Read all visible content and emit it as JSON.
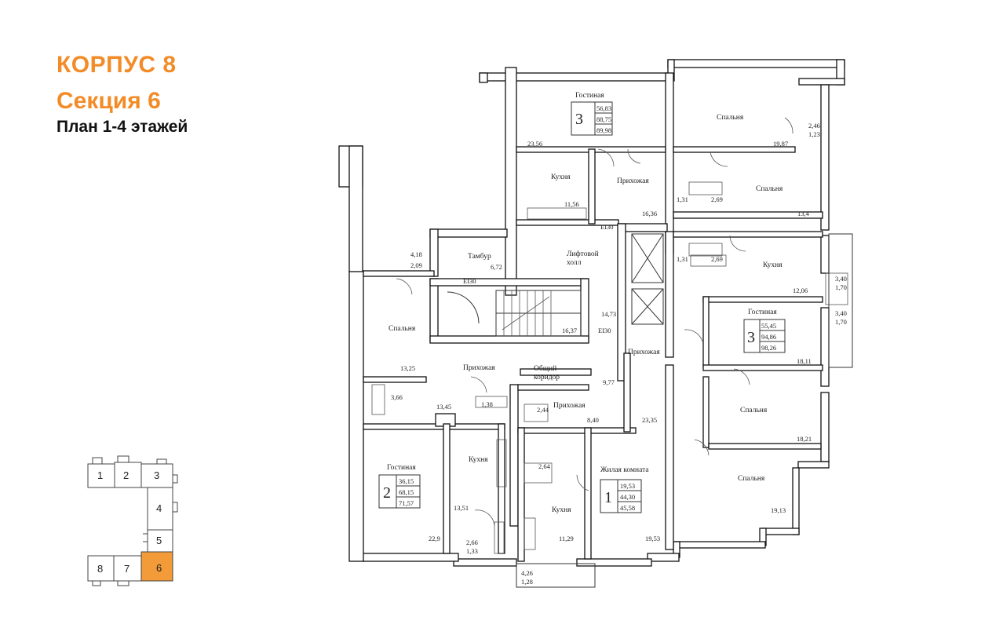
{
  "header": {
    "building": "КОРПУС 8",
    "section": "Секция 6",
    "floors": "План 1-4 этажей"
  },
  "colors": {
    "accent": "#f28c28",
    "line": "#111111"
  },
  "rooms": {
    "top_living": "Гостиная",
    "top_bed1": "Спальня",
    "top_bed2": "Спальня",
    "top_kitchen": "Кухня",
    "top_hall": "Прихожая",
    "tambur": "Тамбур",
    "lift_hall": "Лифтовой холл",
    "right_kitchen": "Кухня",
    "right_living": "Гостиная",
    "right_hall": "Прихожая",
    "left_bed": "Спальня",
    "center_hall": "Прихожая",
    "corridor": "Общий коридор",
    "small_hall": "Прихожая",
    "left_living": "Гостиная",
    "left_kitchen": "Кухня",
    "bottom_kitchen": "Кухня",
    "living_room": "Жилая комната",
    "right_bed1": "Спальня",
    "right_bed2": "Спальня"
  },
  "fire_doors": {
    "a": "EI30",
    "b": "EI30",
    "c": "EI30"
  },
  "areas": {
    "a1": "23,56",
    "a2": "19,87",
    "a3": "2,46",
    "a4": "1,23",
    "a5": "11,56",
    "a6": "16,36",
    "a7": "1,31",
    "a8": "2,69",
    "a9": "13,4",
    "a10": "4,18",
    "a11": "2,09",
    "a12": "6,72",
    "a13": "1,31",
    "a14": "2,69",
    "a15": "12,06",
    "a16": "3,40",
    "a17": "1,70",
    "a18": "3,40",
    "a19": "1,70",
    "a20": "16,37",
    "a21": "14,73",
    "a22": "18,11",
    "a23": "13,25",
    "a24": "9,77",
    "a25": "3,66",
    "a26": "13,45",
    "a27": "1,38",
    "a28": "2,44",
    "a29": "8,40",
    "a30": "23,35",
    "a31": "18,21",
    "a32": "2,64",
    "a33": "13,51",
    "a34": "19,13",
    "a35": "22,9",
    "a36": "2,66",
    "a37": "1,33",
    "a38": "11,29",
    "a39": "19,53",
    "a40": "4,26",
    "a41": "1,28"
  },
  "apartments": [
    {
      "rooms": "3",
      "living": "56,83",
      "total": "88,75",
      "total_b": "89,98"
    },
    {
      "rooms": "3",
      "living": "55,45",
      "total": "94,86",
      "total_b": "98,26"
    },
    {
      "rooms": "2",
      "living": "36,15",
      "total": "68,15",
      "total_b": "71,57"
    },
    {
      "rooms": "1",
      "living": "19,53",
      "total": "44,30",
      "total_b": "45,58"
    }
  ],
  "keymap": {
    "sections": [
      "1",
      "2",
      "3",
      "4",
      "5",
      "6",
      "7",
      "8"
    ],
    "active": "6",
    "active_color": "#f29b38"
  }
}
